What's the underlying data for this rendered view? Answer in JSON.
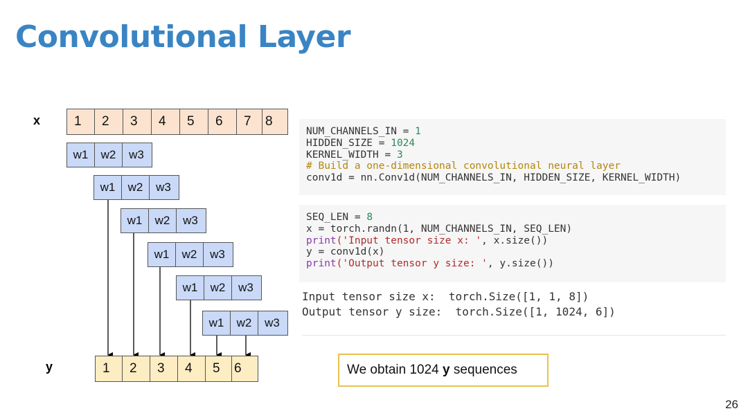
{
  "slide": {
    "title": "Convolutional Layer",
    "page_number": "26"
  },
  "diagram": {
    "x_label": "x",
    "y_label": "y",
    "x_values": [
      "1",
      "2",
      "3",
      "4",
      "5",
      "6",
      "7",
      "8"
    ],
    "y_values": [
      "1",
      "2",
      "3",
      "4",
      "5",
      "6"
    ],
    "kernel_labels": [
      "w1",
      "w2",
      "w3"
    ],
    "kernel_count": 6
  },
  "code_block_1": {
    "line1_a": "NUM_CHANNELS_IN = ",
    "line1_b": "1",
    "line2_a": "HIDDEN_SIZE = ",
    "line2_b": "1024",
    "line3_a": "KERNEL_WIDTH = ",
    "line3_b": "3",
    "line4": "# Build a one-dimensional convolutional neural layer",
    "line5": "conv1d = nn.Conv1d(NUM_CHANNELS_IN, HIDDEN_SIZE, KERNEL_WIDTH)"
  },
  "code_block_2": {
    "line1_a": "SEQ_LEN = ",
    "line1_b": "8",
    "line2": "x = torch.randn(1, NUM_CHANNELS_IN, SEQ_LEN)",
    "line3_kw": "print",
    "line3_str": "('Input tensor size x: '",
    "line3_rest": ", x.size())",
    "line4": "y = conv1d(x)",
    "line5_kw": "print",
    "line5_str": "('Output tensor y size: '",
    "line5_rest": ", y.size())"
  },
  "output": {
    "line1": "Input tensor size x:  torch.Size([1, 1, 8])",
    "line2": "Output tensor y size:  torch.Size([1, 1024, 6])"
  },
  "callout": {
    "before": "We obtain 1024 ",
    "bold": "y",
    "after": " sequences"
  }
}
